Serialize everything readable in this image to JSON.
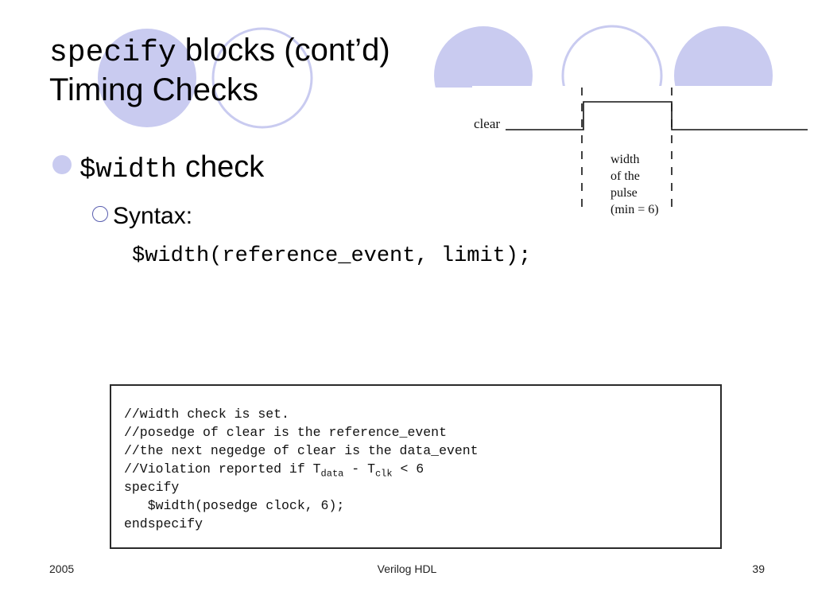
{
  "colors": {
    "accent_fill": "#c9cbf0",
    "ring_stroke": "#c9cbf0",
    "bullet_ring": "#5a5fb0"
  },
  "title": {
    "mono": "specify",
    "rest": "blocks (cont’d)",
    "line2": "Timing Checks"
  },
  "bullet1": {
    "mono": "$width",
    "text": "check"
  },
  "bullet2": {
    "text": "Syntax:"
  },
  "syntax_line": "$width(reference_event, limit);",
  "timing_diagram": {
    "signal_label": "clear",
    "annotation": [
      "width",
      "of the",
      "pulse",
      "(min = 6)"
    ]
  },
  "code": {
    "line1": "//width check is set.",
    "line2": "//posedge of clear is the reference_event",
    "line3": "//the next negedge of clear is the data_event",
    "line4_pre": "//Violation reported if T",
    "line4_sub1": "data",
    "line4_mid": " - T",
    "line4_sub2": "clk",
    "line4_post": " < 6",
    "line5": "specify",
    "line6": "   $width(posedge clock, 6);",
    "line7": "endspecify"
  },
  "footer": {
    "left": "2005",
    "center": "Verilog HDL",
    "right": "39"
  }
}
